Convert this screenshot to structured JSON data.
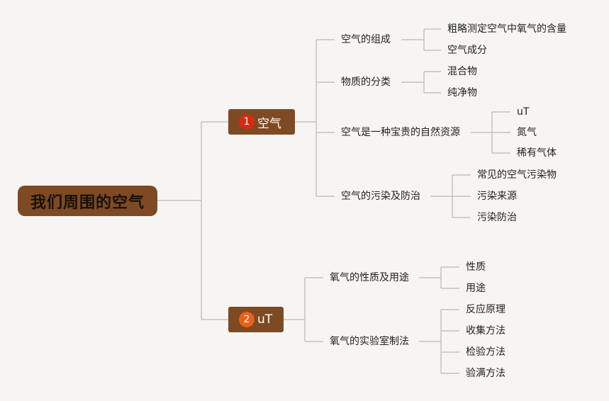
{
  "root": {
    "label": "我们周围的空气"
  },
  "branches": [
    {
      "number": "1",
      "label": "空气",
      "badge_color": "#d62a12"
    },
    {
      "number": "2",
      "label": "uT",
      "badge_color": "#e8621a"
    }
  ],
  "topics": [
    {
      "label": "空气的组成",
      "items": [
        "粗略测定空气中氧气的含量",
        "空气成分"
      ]
    },
    {
      "label": "物质的分类",
      "items": [
        "混合物",
        "纯净物"
      ]
    },
    {
      "label": "空气是一种宝贵的自然资源",
      "items": [
        "uT",
        "氮气",
        "稀有气体"
      ]
    },
    {
      "label": "空气的污染及防治",
      "items": [
        "常见的空气污染物",
        "污染来源",
        "污染防治"
      ]
    },
    {
      "label": "氧气的性质及用途",
      "items": [
        "性质",
        "用途"
      ]
    },
    {
      "label": "氧气的实验室制法",
      "items": [
        "反应原理",
        "收集方法",
        "检验方法",
        "验满方法"
      ]
    }
  ],
  "colors": {
    "background": "#f7f5f3",
    "node": "#7e4a23",
    "line": "#c8c1b8"
  }
}
